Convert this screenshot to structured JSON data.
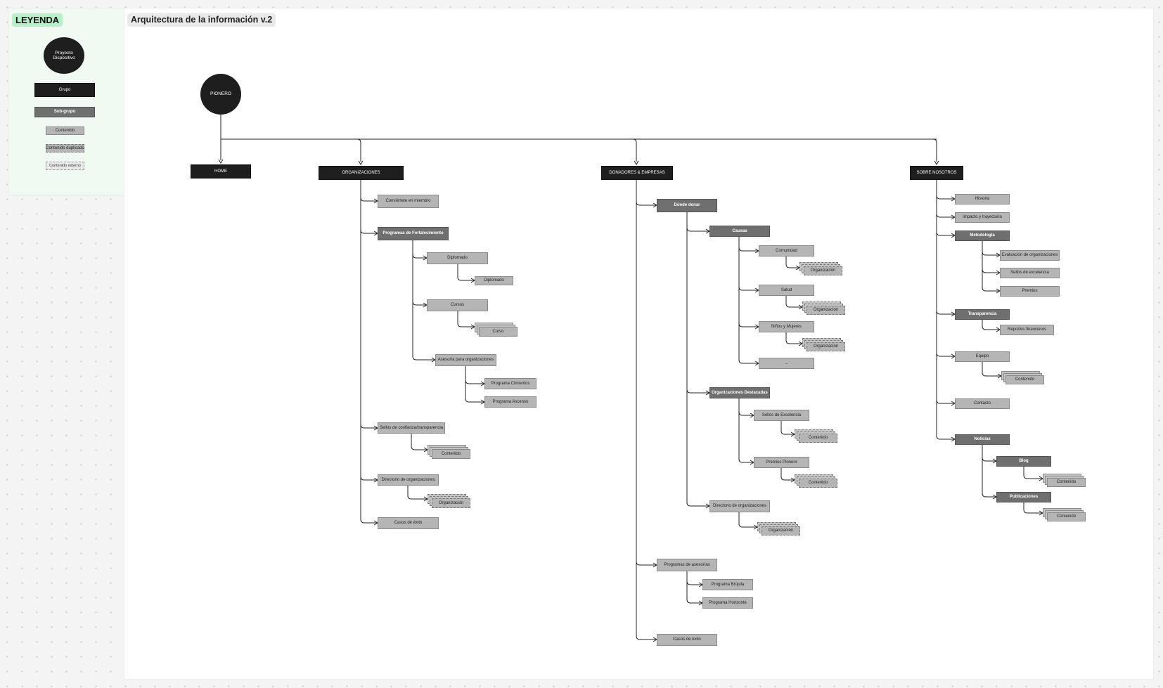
{
  "legend": {
    "title": "LEYENDA",
    "items": {
      "project": "Proyecto Dispositivo",
      "group": "Grupo",
      "subgroup": "Sub-grupo",
      "content": "Contenido",
      "duplicated": "Contenido duplicado",
      "external": "Contenido externo"
    }
  },
  "board": {
    "title": "Arquitectura de la información v.2"
  },
  "sitemap": {
    "root": "PIONERO",
    "home": "HOME",
    "organizaciones": {
      "label": "ORGANIZACIONES",
      "miembro": "Conviértete en miembro",
      "programas": {
        "label": "Programas de Fortalecimiento",
        "diplomado": {
          "label": "Diplomado",
          "child": "Diplomado"
        },
        "cursos": {
          "label": "Cursos",
          "child": "Curso"
        },
        "asesoria": {
          "label": "Asesoría para organizaciones",
          "cimientos": "Programa Cimientos",
          "ascenso": "Programa Ascenso"
        }
      },
      "sellos": {
        "label": "Sellos de confianza/transparencia",
        "child": "Contenido"
      },
      "directorio": {
        "label": "Directorio de organizaciones",
        "child": "Organización"
      },
      "casos": "Casos de éxito"
    },
    "donadores": {
      "label": "DONADORES & EMPRESAS",
      "donde": {
        "label": "Dónde donar",
        "causas": {
          "label": "Causas",
          "comunidad": {
            "label": "Comunidad",
            "child": "Organización"
          },
          "salud": {
            "label": "Salud",
            "child": "Organización"
          },
          "ninos": {
            "label": "Niños y Mujeres",
            "child": "Organización"
          },
          "mas": "..."
        },
        "destacadas": {
          "label": "Organizaciones Destacadas",
          "sellos": {
            "label": "Sellos de Excelencia",
            "child": "Contenido"
          },
          "premios": {
            "label": "Premios Pionero",
            "child": "Contenido"
          }
        },
        "directorio": {
          "label": "Directorio de organizaciones",
          "child": "Organización"
        }
      },
      "asesorias": {
        "label": "Programas de asesorías",
        "brujula": "Programa Brújula",
        "horizonte": "Programa Horizonte"
      },
      "casos": "Casos de éxito"
    },
    "sobre": {
      "label": "SOBRE NOSOTROS",
      "historia": "Historia",
      "impacto": "Impacto y trayectoria",
      "metodologia": {
        "label": "Metodología",
        "evaluacion": "Evaluación de organizaciones",
        "sellos": "Sellos de excelencia",
        "premios": "Premios"
      },
      "transparencia": {
        "label": "Transparencia",
        "reportes": "Reportes financieros"
      },
      "equipo": {
        "label": "Equipo",
        "child": "Contenido"
      },
      "contacto": "Contacto",
      "noticias": {
        "label": "Noticias",
        "blog": {
          "label": "Blog",
          "child": "Contenido"
        },
        "publicaciones": {
          "label": "Publicaciones",
          "child": "Contenido"
        }
      }
    }
  }
}
